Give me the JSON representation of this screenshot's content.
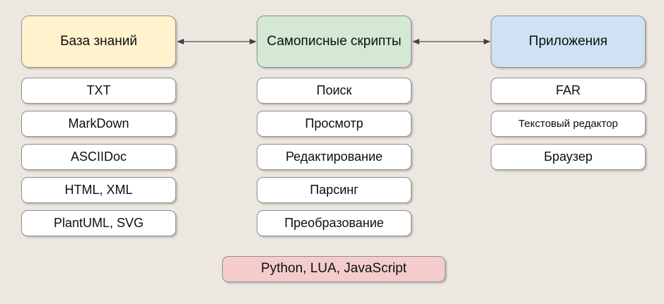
{
  "diagram": {
    "title": "Knowledge workflow diagram",
    "background_color": "#ede7e2",
    "columns": [
      {
        "id": "knowledge-base",
        "header": {
          "label": "База знаний",
          "color": "#fff2cc"
        },
        "items": [
          {
            "label": "TXT"
          },
          {
            "label": "MarkDown"
          },
          {
            "label": "ASCIIDoc"
          },
          {
            "label": "HTML, XML"
          },
          {
            "label": "PlantUML, SVG"
          }
        ]
      },
      {
        "id": "custom-scripts",
        "header": {
          "label": "Самописные скрипты",
          "color": "#d5e8d4"
        },
        "items": [
          {
            "label": "Поиск"
          },
          {
            "label": "Просмотр"
          },
          {
            "label": "Редактирование"
          },
          {
            "label": "Парсинг"
          },
          {
            "label": "Преобразование"
          }
        ]
      },
      {
        "id": "applications",
        "header": {
          "label": "Приложения",
          "color": "#cfe2f3"
        },
        "items": [
          {
            "label": "FAR"
          },
          {
            "label": "Текстовый редактор",
            "small": true
          },
          {
            "label": "Браузер"
          }
        ]
      }
    ],
    "connectors": [
      {
        "id": "knowledge-base-to-custom-scripts",
        "type": "double-arrow"
      },
      {
        "id": "custom-scripts-to-applications",
        "type": "double-arrow"
      }
    ],
    "footer": {
      "label": "Python, LUA, JavaScript",
      "color": "#f4cccc"
    }
  }
}
